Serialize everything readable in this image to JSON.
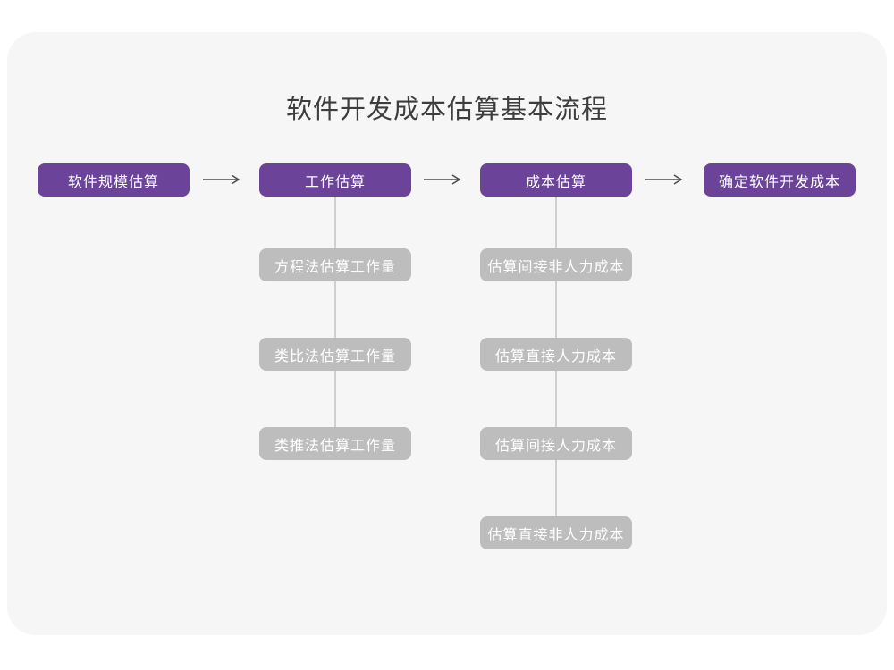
{
  "diagram": {
    "title": "软件开发成本估算基本流程",
    "type": "flowchart",
    "colors": {
      "main_node_bg": "#6b4399",
      "branch_node_bg": "#bdbdbd",
      "node_text": "#ffffff",
      "card_bg": "#f6f6f6",
      "connector_line": "#cfcfcf",
      "arrow": "#4a4a4a",
      "title_text": "#3d3d3d"
    },
    "main_flow": [
      "软件规模估算",
      "工作估算",
      "成本估算",
      "确定软件开发成本"
    ],
    "work_estimation_branch": [
      "方程法估算工作量",
      "类比法估算工作量",
      "类推法估算工作量"
    ],
    "cost_estimation_branch": [
      "估算间接非人力成本",
      "估算直接人力成本",
      "估算间接人力成本",
      "估算直接非人力成本"
    ]
  }
}
